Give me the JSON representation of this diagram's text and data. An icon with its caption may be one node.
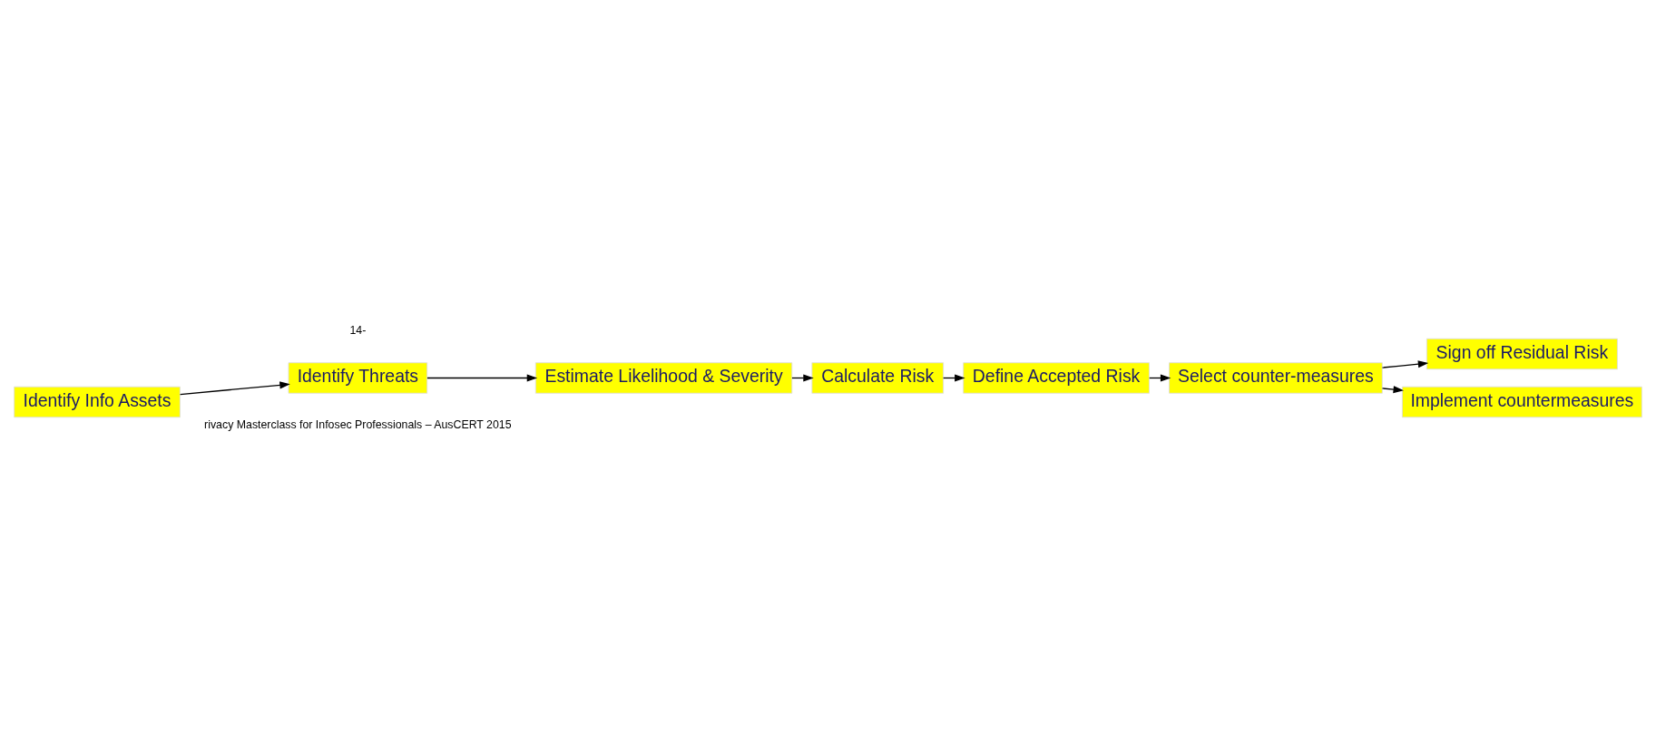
{
  "diagram": {
    "nodes": [
      {
        "text": [
          "Identify Info Assets"
        ]
      },
      {
        "text": [
          "Identify Threats"
        ]
      },
      {
        "text": [
          "Estimate Likelihood & Severity"
        ]
      },
      {
        "text": [
          "Calculate Risk"
        ]
      },
      {
        "text": [
          "Define Accepted Risk"
        ]
      },
      {
        "text": [
          "Select counter-measures"
        ]
      },
      {
        "text": [
          "Sign off Residual Risk"
        ]
      },
      {
        "text": [
          "Implement countermeasures"
        ]
      }
    ],
    "edges": [
      {
        "from": 0,
        "to": 1,
        "arrow": "to"
      },
      {
        "from": 1,
        "to": 2,
        "arrow": "to"
      },
      {
        "from": 2,
        "to": 3,
        "arrow": "to"
      },
      {
        "from": 3,
        "to": 4,
        "arrow": "to"
      },
      {
        "from": 4,
        "to": 5,
        "arrow": "to"
      },
      {
        "from": 5,
        "to": 6,
        "arrow": "to"
      },
      {
        "from": 5,
        "to": 7,
        "arrow": "to"
      }
    ],
    "labels": [
      "rivacy Masterclass for Infosec Professionals – AusCERT 2015",
      "14-"
    ]
  }
}
